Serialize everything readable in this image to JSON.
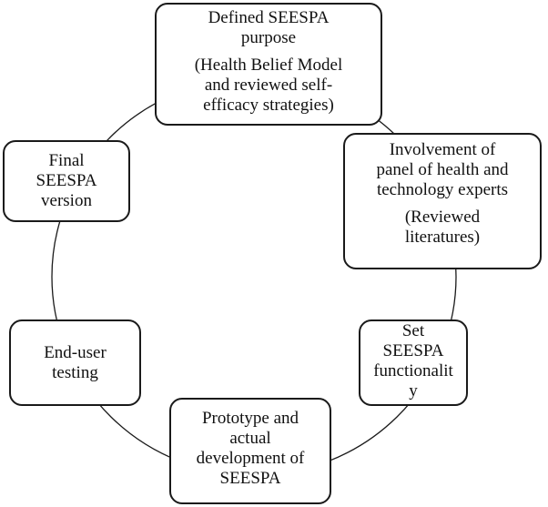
{
  "nodes": {
    "purpose": {
      "title": [
        "Defined SEESPA",
        "purpose"
      ],
      "note": [
        "(Health Belief Model",
        "and reviewed self-",
        "efficacy strategies)"
      ]
    },
    "panel": {
      "title": [
        "Involvement of",
        "panel of health and",
        "technology experts"
      ],
      "note": [
        "(Reviewed",
        "literatures)"
      ]
    },
    "functionality": {
      "title": [
        "Set",
        "SEESPA",
        "functionalit",
        "y"
      ]
    },
    "prototype": {
      "title": [
        "Prototype and",
        "actual",
        "development of",
        "SEESPA"
      ]
    },
    "testing": {
      "title": [
        "End-user",
        "testing"
      ]
    },
    "final": {
      "title": [
        "Final",
        "SEESPA",
        "version"
      ]
    }
  },
  "colors": {
    "stroke": "#1a1a1a",
    "background": "#ffffff",
    "text": "#111111"
  }
}
